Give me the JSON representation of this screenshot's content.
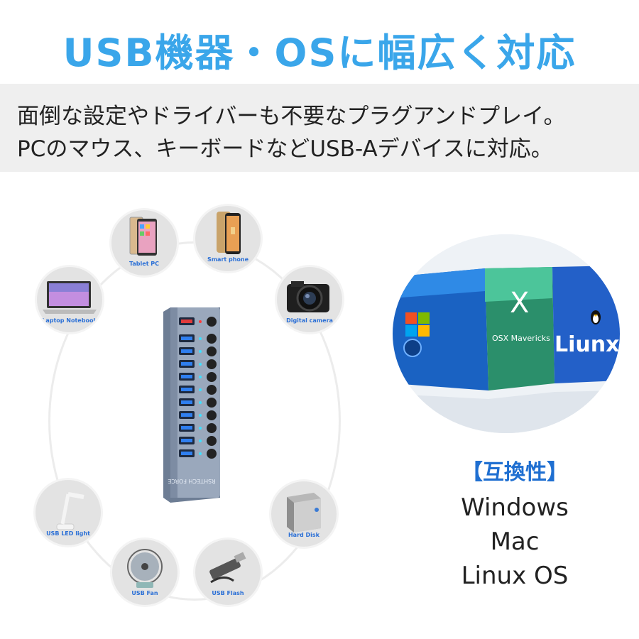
{
  "header": {
    "title": "USB機器・OSに幅広く対応"
  },
  "intro": {
    "line1": "面倒な設定やドライバーも不要なプラグアンドプレイ。",
    "line2": "PCのマウス、キーボードなどUSB-Aデバイスに対応。"
  },
  "devices": [
    {
      "label": "Tablet PC",
      "icon": "tablet-icon"
    },
    {
      "label": "Smart phone",
      "icon": "smartphone-icon"
    },
    {
      "label": "Laptop Notebook",
      "icon": "laptop-icon"
    },
    {
      "label": "Digital camera",
      "icon": "camera-icon"
    },
    {
      "label": "USB LED light",
      "icon": "desk-lamp-icon"
    },
    {
      "label": "Hard Disk",
      "icon": "hard-disk-icon"
    },
    {
      "label": "USB Fan",
      "icon": "fan-icon"
    },
    {
      "label": "USB Flash",
      "icon": "usb-flash-icon"
    }
  ],
  "hub": {
    "brand": "RSHTECH FORCE"
  },
  "os_image": {
    "mac_text": "OSX Mavericks",
    "linux_text": "Liunx"
  },
  "compatibility": {
    "title": "【互換性】",
    "items": [
      "Windows",
      "Mac",
      "Linux OS"
    ]
  },
  "colors": {
    "title": "#3aa6ea",
    "accent": "#1f6fd1",
    "band": "#efefef"
  }
}
